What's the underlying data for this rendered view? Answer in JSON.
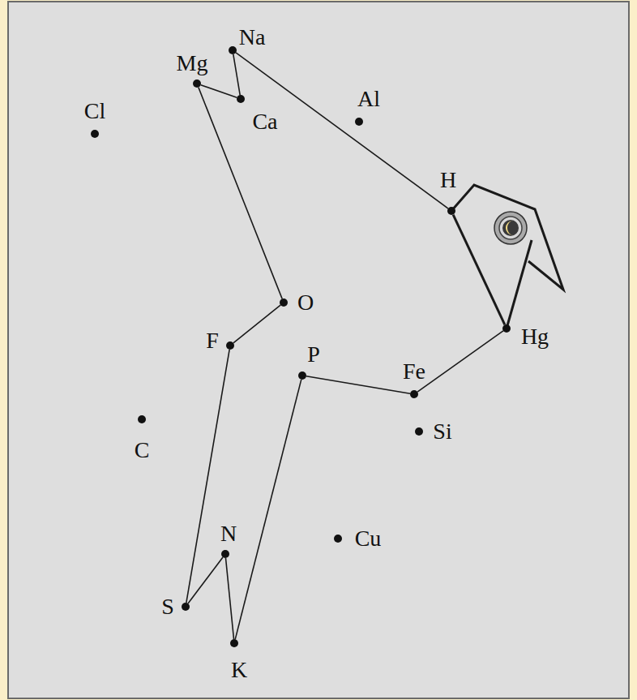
{
  "diagram": {
    "nodes": [
      {
        "text": [
          "Na"
        ]
      },
      {
        "text": [
          "Mg"
        ]
      },
      {
        "text": [
          "Ca"
        ]
      },
      {
        "text": [
          "Cl"
        ]
      },
      {
        "text": [
          "Al"
        ]
      },
      {
        "text": [
          "H"
        ]
      },
      {
        "text": [
          "O"
        ]
      },
      {
        "text": [
          "F"
        ]
      },
      {
        "text": [
          "P"
        ]
      },
      {
        "text": [
          "Fe"
        ]
      },
      {
        "text": [
          "Hg"
        ]
      },
      {
        "text": [
          "C"
        ]
      },
      {
        "text": [
          "Si"
        ]
      },
      {
        "text": [
          "N"
        ]
      },
      {
        "text": [
          "Cu"
        ]
      },
      {
        "text": [
          "S"
        ]
      },
      {
        "text": [
          "K"
        ]
      }
    ],
    "edges": [
      {
        "from": 5,
        "to": 0,
        "arrow": "none"
      },
      {
        "from": 0,
        "to": 2,
        "arrow": "none"
      },
      {
        "from": 2,
        "to": 1,
        "arrow": "none"
      },
      {
        "from": 1,
        "to": 6,
        "arrow": "none"
      },
      {
        "from": 6,
        "to": 7,
        "arrow": "none"
      },
      {
        "from": 7,
        "to": 15,
        "arrow": "none"
      },
      {
        "from": 15,
        "to": 13,
        "arrow": "none"
      },
      {
        "from": 13,
        "to": 16,
        "arrow": "none"
      },
      {
        "from": 16,
        "to": 8,
        "arrow": "none"
      },
      {
        "from": 8,
        "to": 9,
        "arrow": "none"
      },
      {
        "from": 9,
        "to": 10,
        "arrow": "none"
      },
      {
        "from": 10,
        "to": 5,
        "arrow": "none"
      }
    ]
  }
}
